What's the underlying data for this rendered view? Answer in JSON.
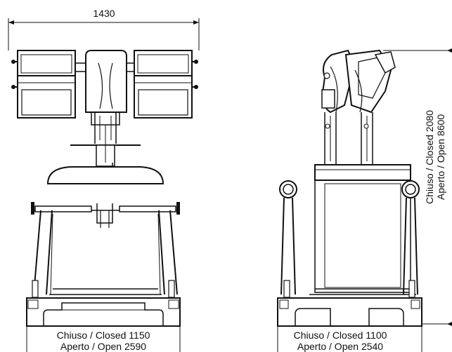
{
  "front_view": {
    "width_label": "1430",
    "base_closed_label": "Chiuso / Closed 1150",
    "base_open_label": "Aperto / Open 2590"
  },
  "side_view": {
    "height_closed_label": "Chiuso / Closed 2080",
    "height_open_label": "Aperto / Open 8600",
    "base_closed_label": "Chiuso / Closed 1100",
    "base_open_label": "Aperto / Open 2540"
  }
}
